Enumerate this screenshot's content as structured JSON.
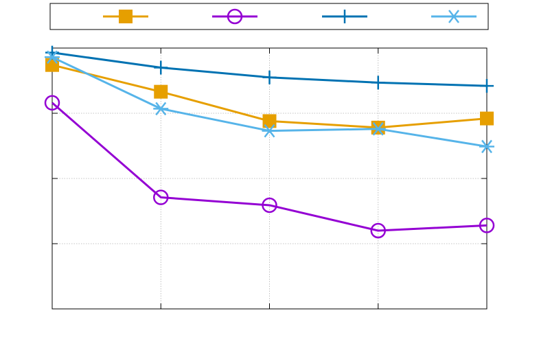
{
  "chart_data": {
    "type": "line",
    "title": "",
    "xlabel": "",
    "ylabel": "",
    "x": [
      1,
      2,
      3,
      4,
      5
    ],
    "xlim": [
      1,
      5
    ],
    "ylim": [
      0,
      4
    ],
    "grid": true,
    "legend_placement": "top",
    "series": [
      {
        "color": "#e69f00",
        "marker": "filled-square",
        "values": [
          3.74,
          3.33,
          2.88,
          2.78,
          2.92
        ]
      },
      {
        "color": "#9400d3",
        "marker": "open-circle",
        "values": [
          3.16,
          1.71,
          1.59,
          1.2,
          1.28
        ]
      },
      {
        "color": "#0072b2",
        "marker": "plus",
        "values": [
          3.93,
          3.7,
          3.55,
          3.47,
          3.42
        ]
      },
      {
        "color": "#56b4e9",
        "marker": "asterisk",
        "values": [
          3.86,
          3.07,
          2.73,
          2.76,
          2.49
        ]
      }
    ]
  }
}
